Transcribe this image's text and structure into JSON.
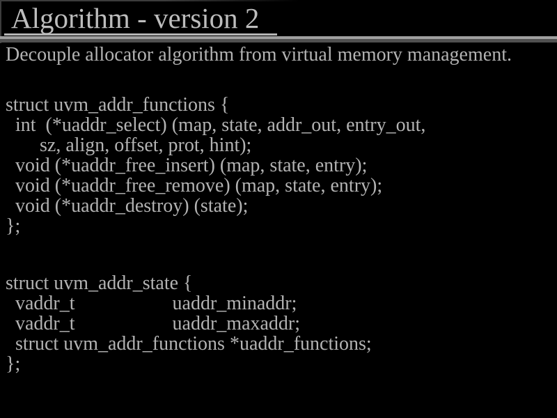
{
  "slide": {
    "title": "Algorithm - version 2",
    "subtitle": "Decouple allocator algorithm from virtual memory management."
  },
  "code_blocks": [
    {
      "name": "uvm_addr_functions",
      "lines": [
        "struct uvm_addr_functions {",
        "  int  (*uaddr_select) (map, state, addr_out, entry_out,",
        "       sz, align, offset, prot, hint);",
        "  void (*uaddr_free_insert) (map, state, entry);",
        "  void (*uaddr_free_remove) (map, state, entry);",
        "  void (*uaddr_destroy) (state);",
        "};"
      ]
    },
    {
      "name": "uvm_addr_state",
      "lines": [
        "struct uvm_addr_state {",
        "  vaddr_t                    uaddr_minaddr;",
        "  vaddr_t                    uaddr_maxaddr;",
        "  struct uvm_addr_functions *uaddr_functions;",
        "};"
      ]
    }
  ],
  "colors": {
    "background": "#000000",
    "body_text": "#b3b3b3",
    "title_text": "#bdbdbd",
    "title_underline": "#b5b5b5",
    "separator_light": "#a0a0a0",
    "separator_dark": "#505050"
  }
}
